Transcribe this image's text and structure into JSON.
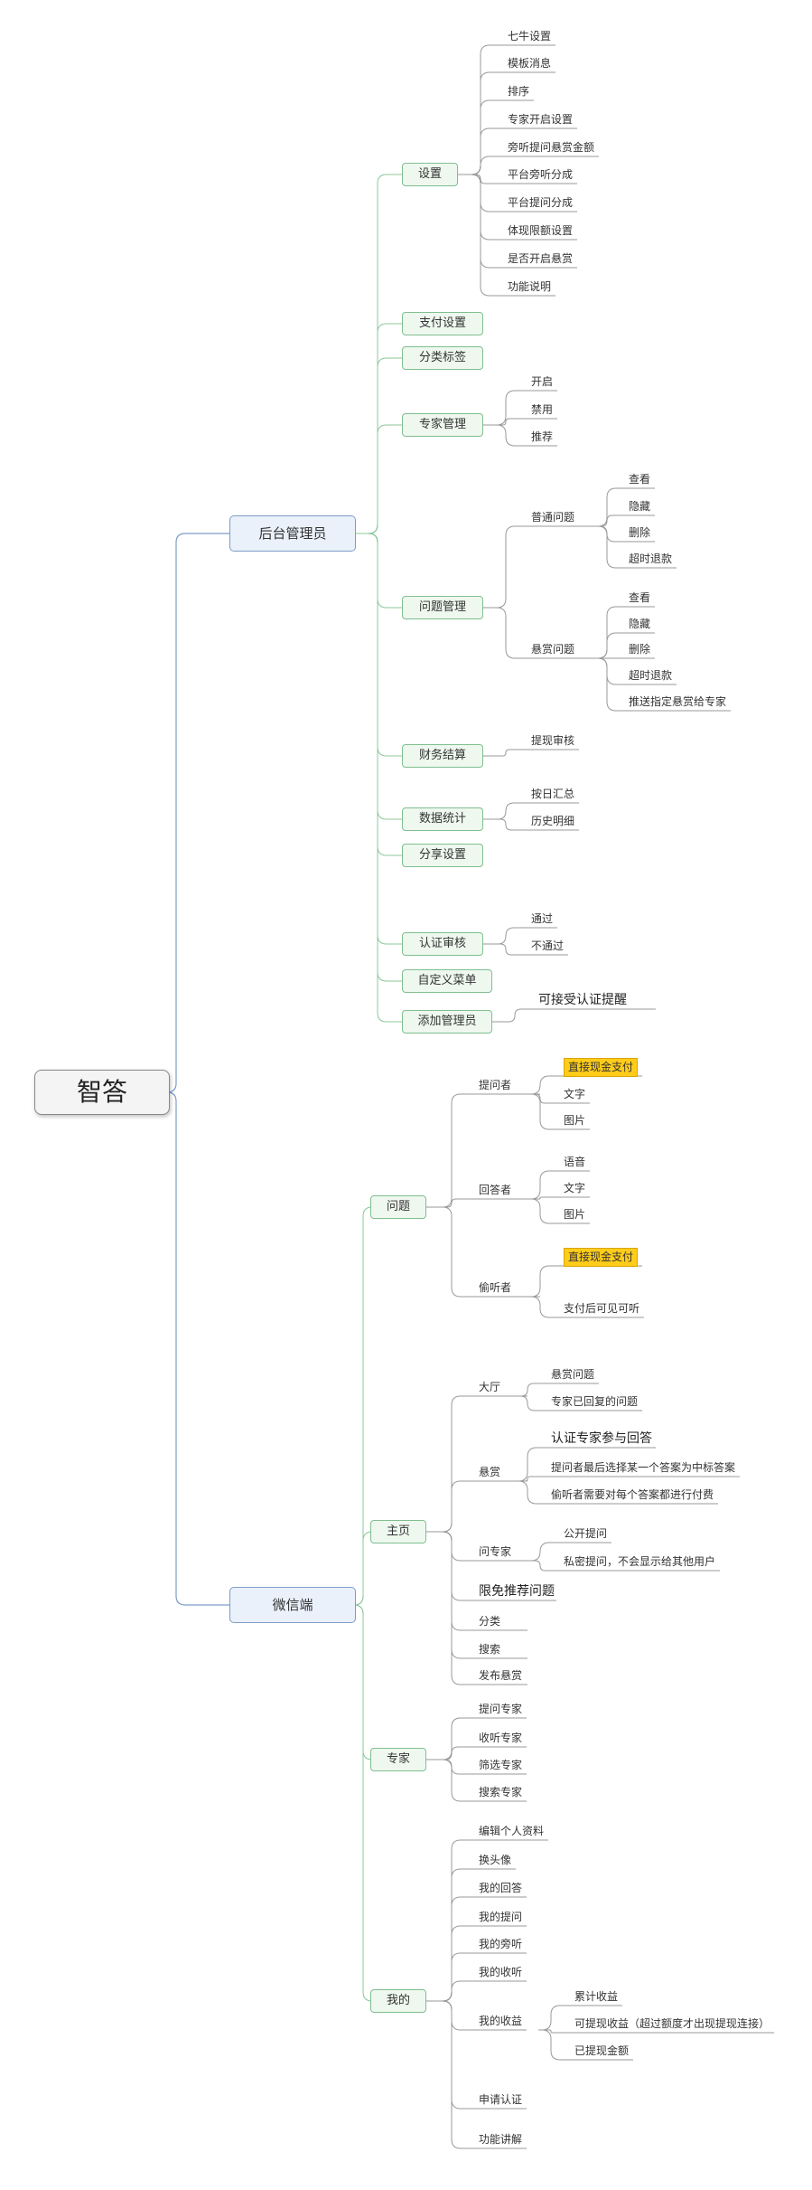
{
  "root": "智答",
  "branches": [
    {
      "label": "后台管理员",
      "children": [
        {
          "label": "设置",
          "children": [
            "七牛设置",
            "模板消息",
            "排序",
            "专家开启设置",
            "旁听提问悬赏金额",
            "平台旁听分成",
            "平台提问分成",
            "体现限额设置",
            "是否开启悬赏",
            "功能说明"
          ]
        },
        {
          "label": "支付设置"
        },
        {
          "label": "分类标签"
        },
        {
          "label": "专家管理",
          "children": [
            "开启",
            "禁用",
            "推荐"
          ]
        },
        {
          "label": "问题管理",
          "children": [
            {
              "label": "普通问题",
              "children": [
                "查看",
                "隐藏",
                "删除",
                "超时退款"
              ]
            },
            {
              "label": "悬赏问题",
              "children": [
                "查看",
                "隐藏",
                "删除",
                "超时退款",
                "推送指定悬赏给专家"
              ]
            }
          ]
        },
        {
          "label": "财务结算",
          "children": [
            "提现审核"
          ]
        },
        {
          "label": "数据统计",
          "children": [
            "按日汇总",
            "历史明细"
          ]
        },
        {
          "label": "分享设置"
        },
        {
          "label": "认证审核",
          "children": [
            "通过",
            "不通过"
          ]
        },
        {
          "label": "自定义菜单"
        },
        {
          "label": "添加管理员",
          "children": [
            "可接受认证提醒"
          ]
        }
      ]
    },
    {
      "label": "微信端",
      "children": [
        {
          "label": "问题",
          "children": [
            {
              "label": "提问者",
              "children": [
                "直接现金支付",
                "文字",
                "图片"
              ]
            },
            {
              "label": "回答者",
              "children": [
                "语音",
                "文字",
                "图片"
              ]
            },
            {
              "label": "偷听者",
              "children": [
                "直接现金支付",
                "支付后可见可听"
              ]
            }
          ]
        },
        {
          "label": "主页",
          "children": [
            {
              "label": "大厅",
              "children": [
                "悬赏问题",
                "专家已回复的问题"
              ]
            },
            {
              "label": "悬赏",
              "children": [
                "认证专家参与回答",
                "提问者最后选择某一个答案为中标答案",
                "偷听者需要对每个答案都进行付费"
              ]
            },
            {
              "label": "问专家",
              "children": [
                "公开提问",
                "私密提问，不会显示给其他用户"
              ]
            },
            {
              "label": "限免推荐问题"
            },
            {
              "label": "分类"
            },
            {
              "label": "搜索"
            },
            {
              "label": "发布悬赏"
            }
          ]
        },
        {
          "label": "专家",
          "children": [
            "提问专家",
            "收听专家",
            "筛选专家",
            "搜索专家"
          ]
        },
        {
          "label": "我的",
          "children": [
            {
              "label": "编辑个人资料"
            },
            {
              "label": "换头像"
            },
            {
              "label": "我的回答"
            },
            {
              "label": "我的提问"
            },
            {
              "label": "我的旁听"
            },
            {
              "label": "我的收听"
            },
            {
              "label": "我的收益",
              "children": [
                "累计收益",
                "可提现收益（超过额度才出现提现连接）",
                "已提现金额"
              ]
            },
            {
              "label": "申请认证"
            },
            {
              "label": "功能讲解"
            }
          ]
        }
      ]
    }
  ],
  "colors": {
    "admin_line": "#7d9dc7",
    "branch_line": "#8cc79a",
    "leaf_line": "#9a9a9a",
    "highlight": "#ffcc1a"
  }
}
